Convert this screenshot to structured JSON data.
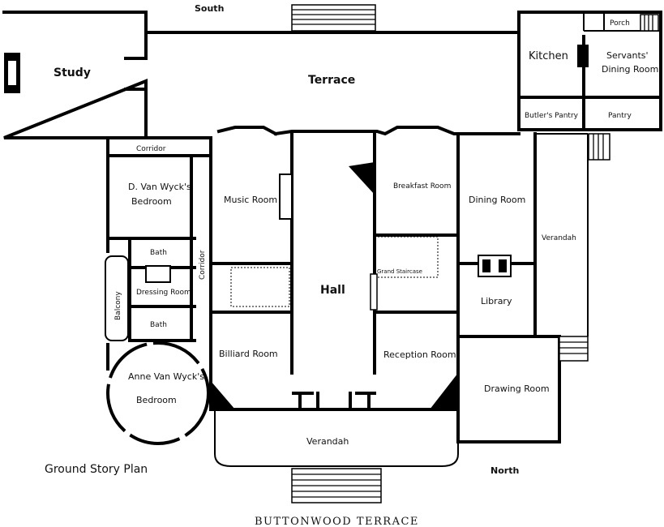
{
  "compass": {
    "top": "South",
    "bottom": "North"
  },
  "plan_title": "Ground Story Plan",
  "caption": "BUTTONWOOD TERRACE",
  "rooms": {
    "study": "Study",
    "terrace": "Terrace",
    "kitchen": "Kitchen",
    "porch": "Porch",
    "servants_dining_line1": "Servants'",
    "servants_dining_line2": "Dining Room",
    "butlers_pantry": "Butler's Pantry",
    "pantry": "Pantry",
    "corridor_top": "Corridor",
    "corridor_side": "Corridor",
    "bedroom1_line1": "D. Van Wyck's",
    "bedroom1_line2": "Bedroom",
    "bath_upper": "Bath",
    "bath_lower": "Bath",
    "dressing_room": "Dressing Room",
    "balcony": "Balcony",
    "bedroom2_line1": "Anne Van Wyck's",
    "bedroom2_line2": "Bedroom",
    "music_room": "Music Room",
    "billiard_room": "Billiard Room",
    "hall": "Hall",
    "breakfast_room": "Breakfast Room",
    "grand_staircase": "Grand Staircase",
    "reception_room": "Reception Room",
    "dining_room": "Dining Room",
    "library": "Library",
    "verandah_east": "Verandah",
    "drawing_room": "Drawing Room",
    "verandah_north": "Verandah"
  }
}
